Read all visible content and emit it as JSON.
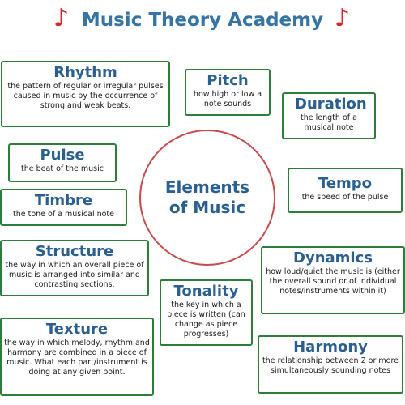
{
  "title": "Music Theory Academy",
  "icons": {
    "left": "music-note-icon",
    "right": "music-note-icon",
    "glyph": "♪",
    "color": "#d0282b"
  },
  "center": {
    "label": "Elements\nof Music"
  },
  "elements": {
    "rhythm": {
      "title": "Rhythm",
      "desc": "the pattern of regular or irregular pulses caused in music by the occurrence of strong and weak beats."
    },
    "pitch": {
      "title": "Pitch",
      "desc": "how high or low a note sounds"
    },
    "duration": {
      "title": "Duration",
      "desc": "the length of a musical note"
    },
    "pulse": {
      "title": "Pulse",
      "desc": "the beat of the music"
    },
    "tempo": {
      "title": "Tempo",
      "desc": "the speed of the pulse"
    },
    "timbre": {
      "title": "Timbre",
      "desc": "the tone of a musical note"
    },
    "structure": {
      "title": "Structure",
      "desc": "the way in which an overall piece of music is arranged into similar and contrasting sections."
    },
    "dynamics": {
      "title": "Dynamics",
      "desc": "how loud/quiet the music is (either the overall sound or of individual notes/instruments within it)"
    },
    "tonality": {
      "title": "Tonality",
      "desc": "the key in which a piece is written (can change as piece progresses)"
    },
    "texture": {
      "title": "Texture",
      "desc": "the way in which melody, rhythm and harmony are combined in a piece of music. What each part/instrument is doing at any given point."
    },
    "harmony": {
      "title": "Harmony",
      "desc": "the relationship between 2 or more simultaneously sounding notes"
    }
  },
  "colors": {
    "title": "#3574a3",
    "heading": "#2a5f8f",
    "card_border": "#2f7d3a",
    "circle_border": "#c94a4a"
  }
}
